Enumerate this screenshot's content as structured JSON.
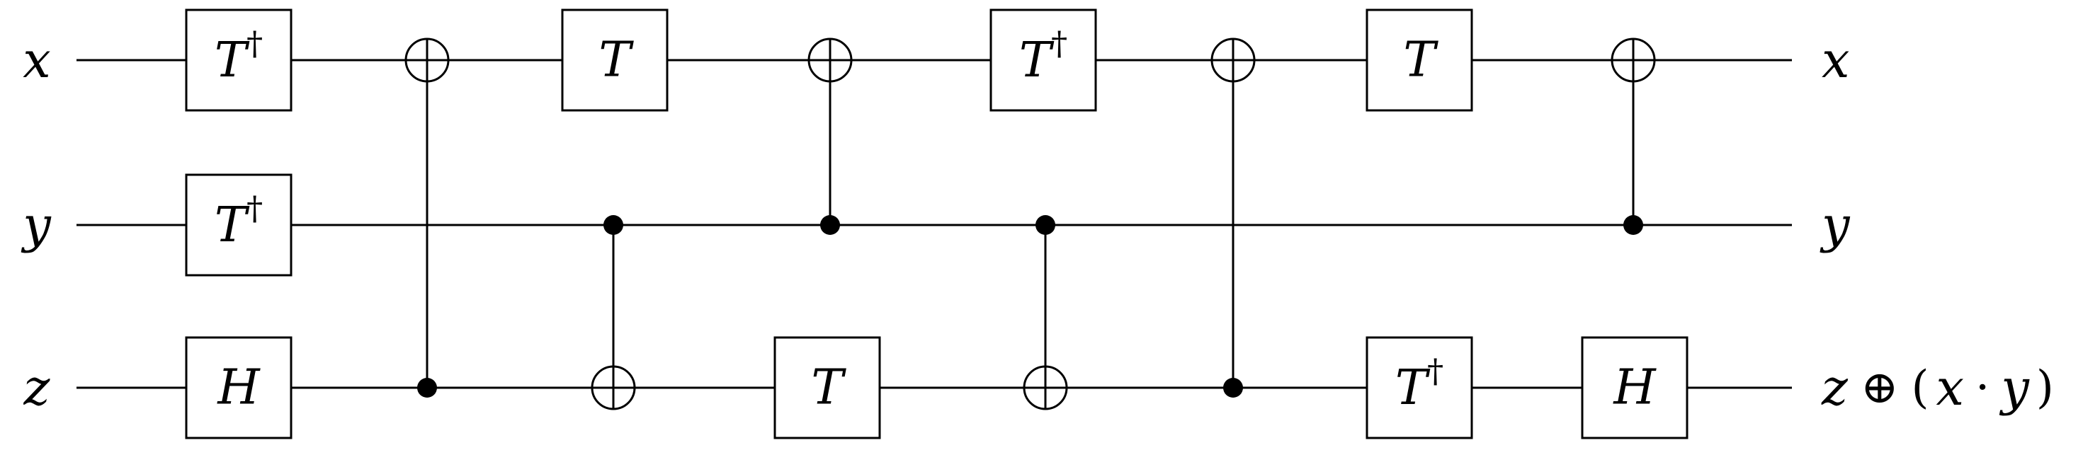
{
  "diagram": {
    "inputs": [
      "x",
      "y",
      "z"
    ],
    "outputs": {
      "x": "x",
      "y": "y",
      "z": {
        "var": "z",
        "op": "⊕",
        "open": "(",
        "a": "x",
        "dot": "·",
        "b": "y",
        "close": ")"
      }
    },
    "gates": [
      {
        "label": "T",
        "dagger": "†"
      },
      {
        "label": "T",
        "dagger": "†"
      },
      {
        "label": "H",
        "dagger": ""
      },
      {
        "label": "T",
        "dagger": ""
      },
      {
        "label": "T",
        "dagger": ""
      },
      {
        "label": "T",
        "dagger": "†"
      },
      {
        "label": "T",
        "dagger": ""
      },
      {
        "label": "T",
        "dagger": "†"
      },
      {
        "label": "H",
        "dagger": ""
      }
    ],
    "cnots": [
      {
        "control": "z",
        "target": "x"
      },
      {
        "control": "y",
        "target": "z"
      },
      {
        "control": "y",
        "target": "x"
      },
      {
        "control": "y",
        "target": "z"
      },
      {
        "control": "z",
        "target": "x"
      },
      {
        "control": "y",
        "target": "x"
      }
    ],
    "colors": {
      "line": "#000000",
      "background": "#ffffff"
    }
  }
}
